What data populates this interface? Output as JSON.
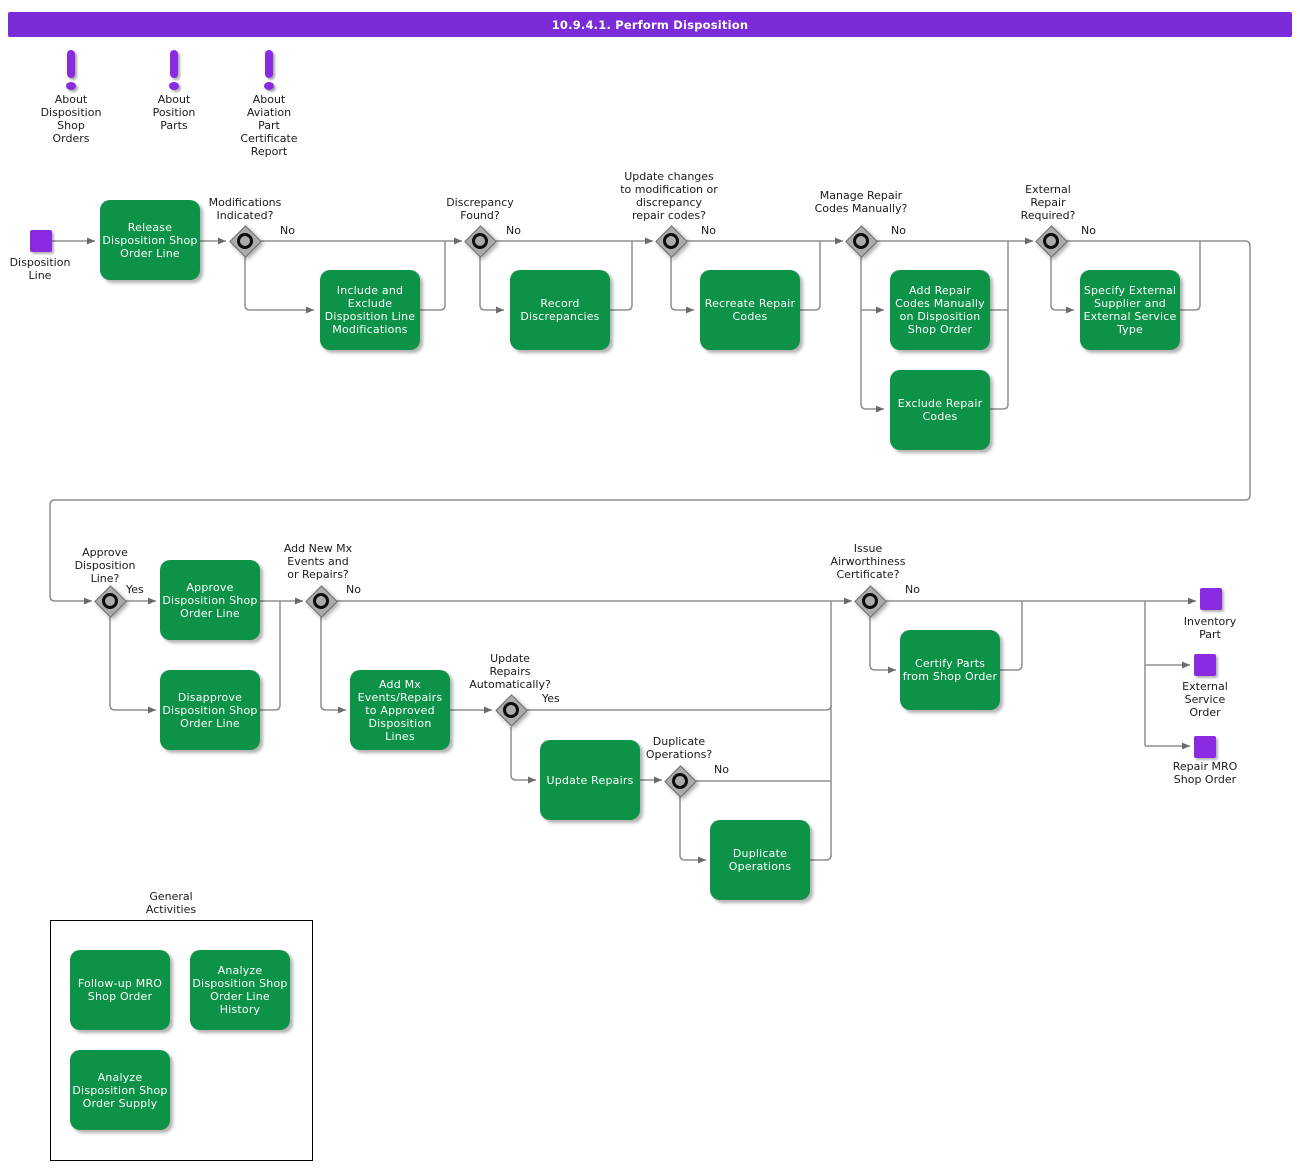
{
  "title": "10.9.4.1. Perform Disposition",
  "colors": {
    "header": "#7B2BD8",
    "activity_green": "#0C9347",
    "event_purple": "#8A2BE2",
    "gateway_gray": "#ABABAB",
    "connector_gray": "#8f8f8f"
  },
  "info_icons": {
    "disposition_shop_orders": "About\nDisposition\nShop\nOrders",
    "position_parts": "About\nPosition\nParts",
    "aviation_part_certificate_report": "About\nAviation\nPart\nCertificate\nReport"
  },
  "terminals": {
    "start": "Disposition\nLine",
    "inventory_part": "Inventory\nPart",
    "external_service_order": "External\nService\nOrder",
    "repair_mro_shop_order": "Repair MRO\nShop Order"
  },
  "activities": {
    "release": "Release Disposition Shop Order Line",
    "include_exclude": "Include and Exclude Disposition Line Modifications",
    "record_discrepancies": "Record Discrepancies",
    "recreate_repair_codes": "Recreate Repair Codes",
    "add_repair_codes": "Add Repair Codes Manually on Disposition Shop Order",
    "exclude_repair_codes": "Exclude Repair Codes",
    "specify_external": "Specify External Supplier and External Service Type",
    "approve_line": "Approve Disposition Shop Order Line",
    "disapprove_line": "Disapprove Disposition Shop Order Line",
    "add_mx": "Add Mx Events/Repairs to Approved Disposition Lines",
    "update_repairs": "Update Repairs",
    "duplicate_operations": "Duplicate Operations",
    "certify_parts": "Certify Parts from Shop Order",
    "followup_mro": "Follow-up MRO Shop Order",
    "analyze_history": "Analyze Disposition Shop Order Line History",
    "analyze_supply": "Analyze Disposition Shop Order Supply"
  },
  "gateways": {
    "modifications": "Modifications\nIndicated?",
    "discrepancy": "Discrepancy\nFound?",
    "update_changes": "Update changes\nto modification or\ndiscrepancy\nrepair codes?",
    "manage_repair": "Manage Repair\nCodes Manually?",
    "external_repair": "External\nRepair\nRequired?",
    "approve": "Approve\nDisposition\nLine?",
    "add_new_mx": "Add New Mx\nEvents and\nor Repairs?",
    "update_auto": "Update\nRepairs\nAutomatically?",
    "duplicate": "Duplicate\nOperations?",
    "issue_cert": "Issue\nAirworthiness\nCertificate?"
  },
  "branches": {
    "modifications": "No",
    "discrepancy": "No",
    "update_changes": "No",
    "manage_repair": "No",
    "external_repair": "No",
    "approve": "Yes",
    "add_new_mx": "No",
    "update_auto": "Yes",
    "duplicate": "No",
    "issue_cert": "No"
  },
  "general_activities": "General\nActivities"
}
